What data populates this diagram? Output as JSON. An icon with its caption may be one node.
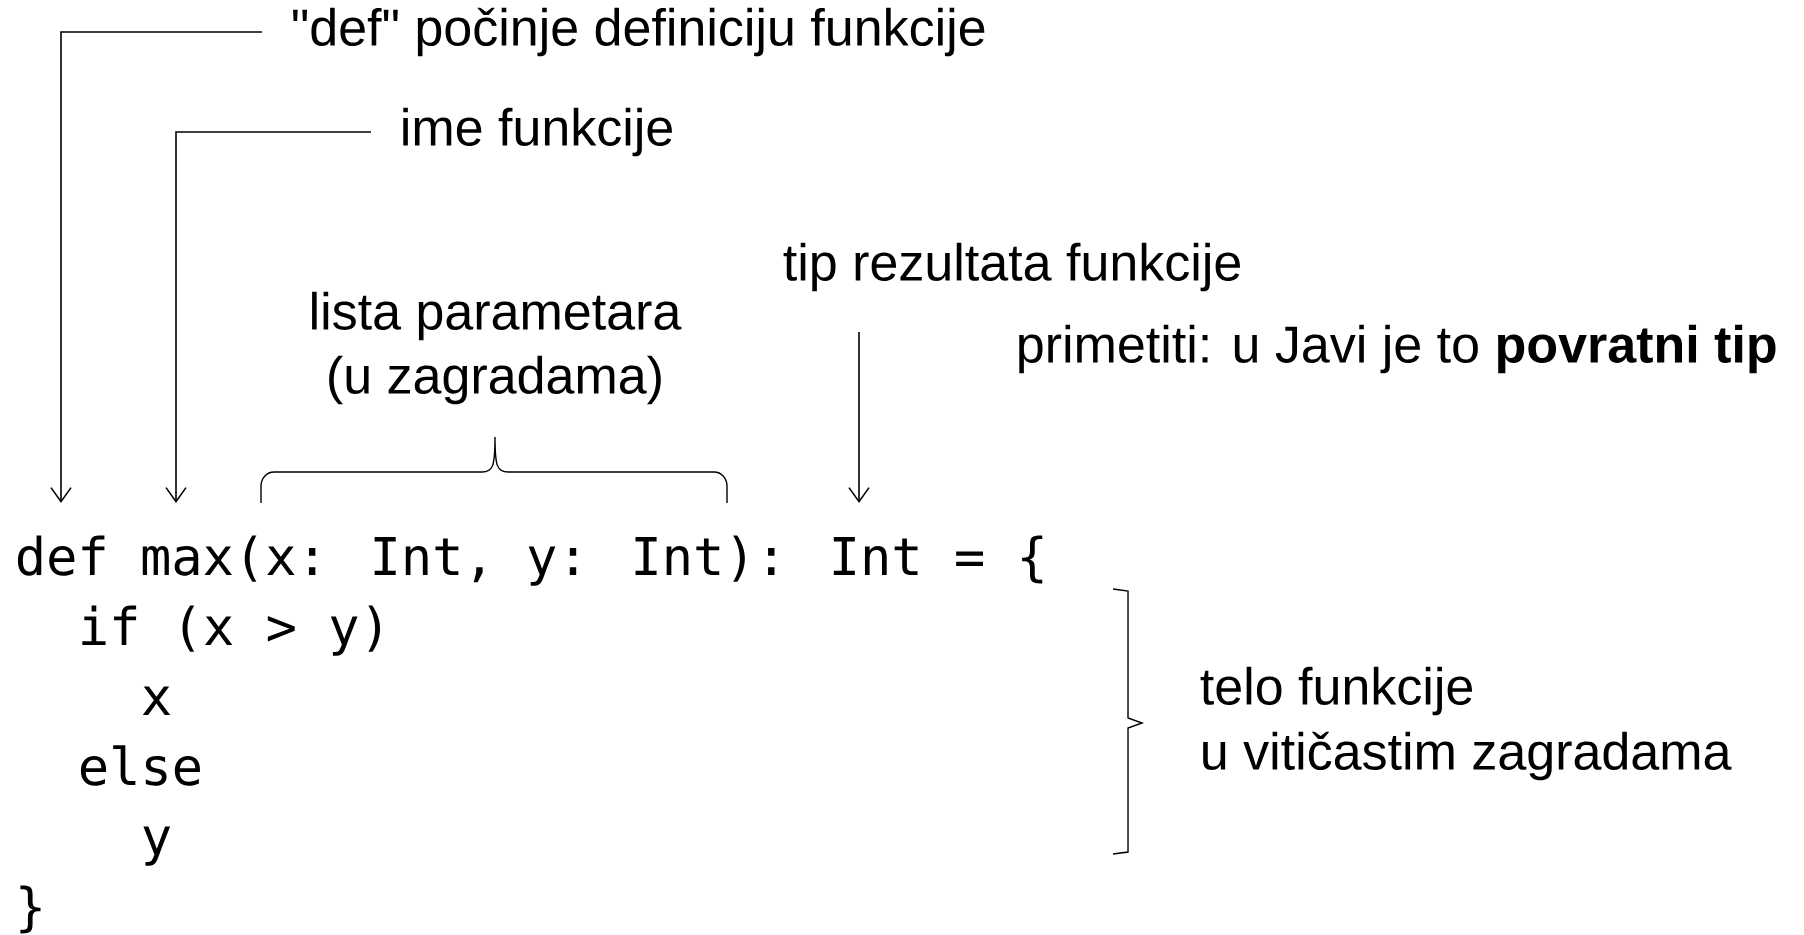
{
  "diagram": {
    "nodes": [
      {
        "text": [
          "\"def\" počinje definiciju funkcije"
        ]
      },
      {
        "text": [
          "ime funkcije"
        ]
      },
      {
        "text": [
          "tip rezultata funkcije"
        ]
      }
    ],
    "edges": [
      {
        "from": 0,
        "to": null,
        "arrow": "to"
      },
      {
        "from": 1,
        "to": null,
        "arrow": "to"
      },
      {
        "from": 2,
        "to": null,
        "arrow": "to"
      }
    ],
    "labels": [
      "lista parametara",
      "primetiti: u Javi je to **povratni tip**",
      "(u zagradama)",
      "def max(x: Int, y: Int): Int = {",
      "if (x > y)",
      "x",
      "telo funkcije",
      "else",
      "u vitičastim zagradama",
      "y",
      "}"
    ]
  }
}
